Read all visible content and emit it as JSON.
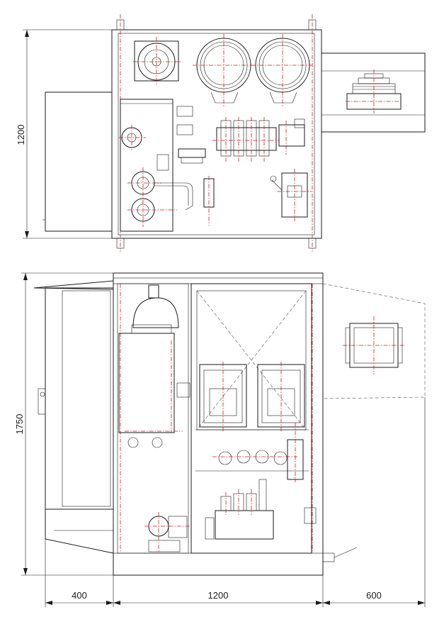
{
  "dimensions": {
    "plan_depth": "1200",
    "elevation_height": "1750",
    "left_width": "400",
    "center_width": "1200",
    "right_width": "600"
  },
  "colors": {
    "line": "#1a1a1a",
    "centerline": "#e0141e",
    "background": "#ffffff"
  }
}
